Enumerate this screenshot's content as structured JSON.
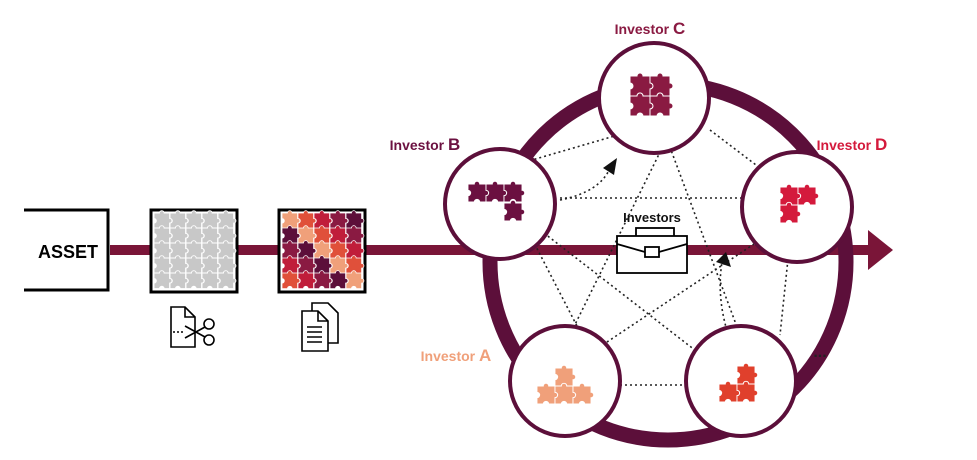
{
  "asset_label": "ASSET",
  "investors_center_label": "Investors",
  "ellipsis": "...",
  "investors": {
    "a": {
      "label": "Investor ",
      "letter": "A",
      "color": "#f0a07a"
    },
    "b": {
      "label": "Investor ",
      "letter": "B",
      "color": "#6b1040"
    },
    "c": {
      "label": "Investor ",
      "letter": "C",
      "color": "#8a1a42"
    },
    "d": {
      "label": "Investor ",
      "letter": "D",
      "color": "#d41a3c"
    },
    "e": {
      "color": "#e0402c"
    }
  },
  "colors": {
    "main_flow": "#7a1538",
    "ring": "#5c0f3a",
    "puzzle_grey": "#c8c8c8",
    "puzzle_mix": [
      "#f0a07a",
      "#c01d3a",
      "#5c0f3a",
      "#e0503a",
      "#8a1a42"
    ]
  },
  "icons": {
    "cut_document": "scissors-document-icon",
    "documents": "stacked-documents-icon",
    "briefcase": "briefcase-icon"
  }
}
